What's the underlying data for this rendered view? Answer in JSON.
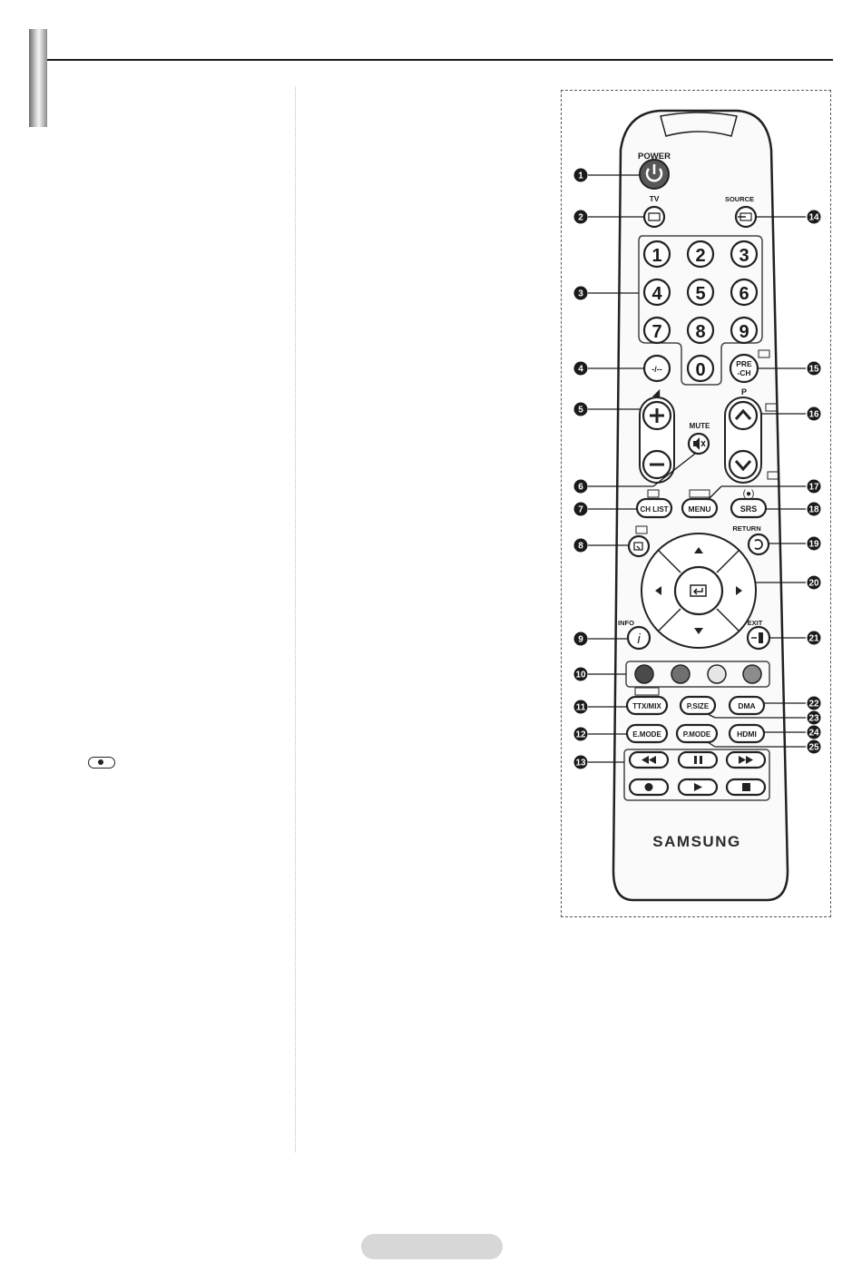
{
  "remote": {
    "labels": {
      "power": "POWER",
      "tv": "TV",
      "source": "SOURCE",
      "mute": "MUTE",
      "ch_up": "P",
      "return": "RETURN",
      "info": "INFO",
      "exit": "EXIT",
      "brand": "SAMSUNG"
    },
    "number_keys": [
      "1",
      "2",
      "3",
      "4",
      "5",
      "6",
      "7",
      "8",
      "9",
      "0"
    ],
    "buttons": {
      "dash": "-/--",
      "prech_line1": "PRE",
      "prech_line2": "-CH",
      "ch_list": "CH LIST",
      "menu": "MENU",
      "srs": "SRS",
      "ttx_mix": "TTX/MIX",
      "psize": "P.SIZE",
      "dma": "DMA",
      "emode": "E.MODE",
      "pmode": "P.MODE",
      "hdmi": "HDMI",
      "info_i": "i"
    },
    "color_keys": [
      "#4a4a4a",
      "#707070",
      "#e6e6e6",
      "#8c8c8c"
    ],
    "callouts": [
      "1",
      "2",
      "3",
      "4",
      "5",
      "6",
      "7",
      "8",
      "9",
      "10",
      "11",
      "12",
      "13",
      "14",
      "15",
      "16",
      "17",
      "18",
      "19",
      "20",
      "21",
      "22",
      "23",
      "24",
      "25"
    ],
    "icons": [
      "power-icon",
      "tv-icon",
      "source-icon",
      "mute-icon",
      "channel-up-icon",
      "channel-down-icon",
      "tools-icon",
      "return-icon",
      "enter-icon",
      "exit-icon",
      "rewind-icon",
      "pause-icon",
      "fast-forward-icon",
      "record-icon",
      "play-icon",
      "stop-icon"
    ]
  },
  "left_column": {
    "icons": [
      "record-button-icon"
    ]
  }
}
